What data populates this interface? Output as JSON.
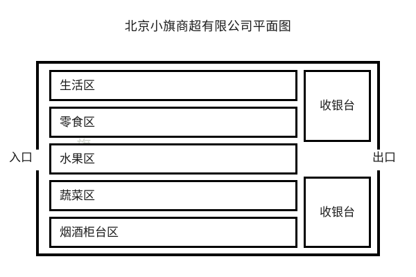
{
  "diagram": {
    "title": "北京小旗商超有限公司平面图",
    "watermark": "中旗",
    "background_color": "#ffffff",
    "line_color": "#000000",
    "text_color": "#1a1a1a",
    "watermark_color": "#c9cec4",
    "doors": [
      {
        "name": "entrance",
        "label": "入口",
        "side": "left"
      },
      {
        "name": "exit",
        "label": "出口",
        "side": "right"
      }
    ],
    "sections": [
      {
        "label": "生活区"
      },
      {
        "label": "零食区"
      },
      {
        "label": "水果区"
      },
      {
        "label": "蔬菜区"
      },
      {
        "label": "烟酒柜台区"
      }
    ],
    "cashiers": [
      {
        "label": "收银台"
      },
      {
        "label": "收银台"
      }
    ]
  }
}
